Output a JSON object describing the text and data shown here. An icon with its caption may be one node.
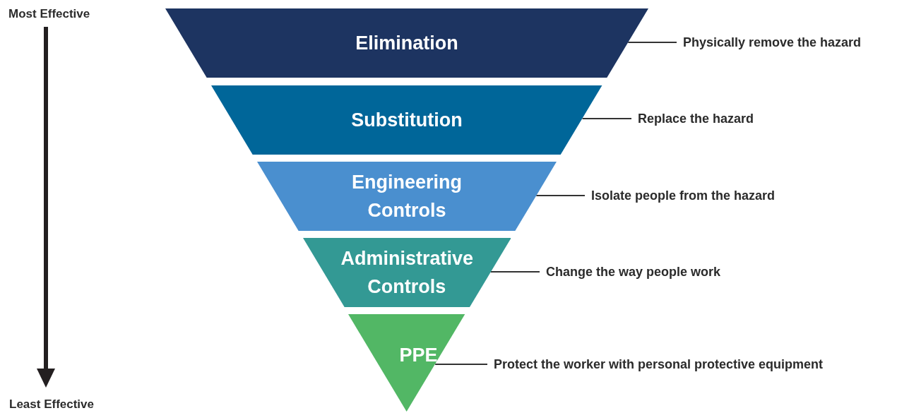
{
  "diagram": {
    "nodes": [
      {
        "text": [
          "Elimination"
        ]
      },
      {
        "text": [
          "Substitution"
        ]
      },
      {
        "text": [
          "Engineering Controls"
        ]
      },
      {
        "text": [
          "Administrative Controls"
        ]
      },
      {
        "text": [
          "PPE"
        ]
      },
      {
        "text": [
          "Physically remove the hazard"
        ]
      },
      {
        "text": [
          "Replace the hazard"
        ]
      },
      {
        "text": [
          "Isolate people from the hazard"
        ]
      },
      {
        "text": [
          "Change the way people work"
        ]
      },
      {
        "text": [
          "Protect the worker with personal protective equipment"
        ]
      }
    ],
    "edges": [
      {
        "from": 0,
        "to": 5,
        "arrow": "none"
      },
      {
        "from": 1,
        "to": 6,
        "arrow": "none"
      },
      {
        "from": 2,
        "to": 7,
        "arrow": "none"
      },
      {
        "from": 3,
        "to": 8,
        "arrow": "none"
      },
      {
        "from": 4,
        "to": 9,
        "arrow": "none"
      }
    ],
    "labels": [
      "Most Effective",
      "Least Effective"
    ]
  }
}
